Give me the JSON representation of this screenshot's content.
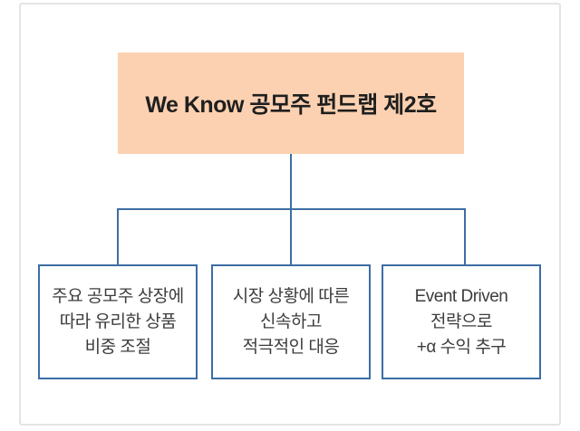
{
  "diagram": {
    "root": {
      "label": "We Know 공모주 펀드랩 제2호"
    },
    "children": [
      {
        "lines": [
          "주요 공모주 상장에",
          "따라 유리한 상품",
          "비중 조절"
        ]
      },
      {
        "lines": [
          "시장 상황에 따른",
          "신속하고",
          "적극적인 대응"
        ]
      },
      {
        "lines": [
          "Event Driven",
          "전략으로",
          "+α 수익 추구"
        ]
      }
    ]
  },
  "colors": {
    "root_box_fill": "#fcd1b1",
    "connector_blue": "#3d6da4",
    "frame_border": "#e4e4e4",
    "root_text": "#1f1f1f",
    "child_text": "#3d3d3d"
  }
}
